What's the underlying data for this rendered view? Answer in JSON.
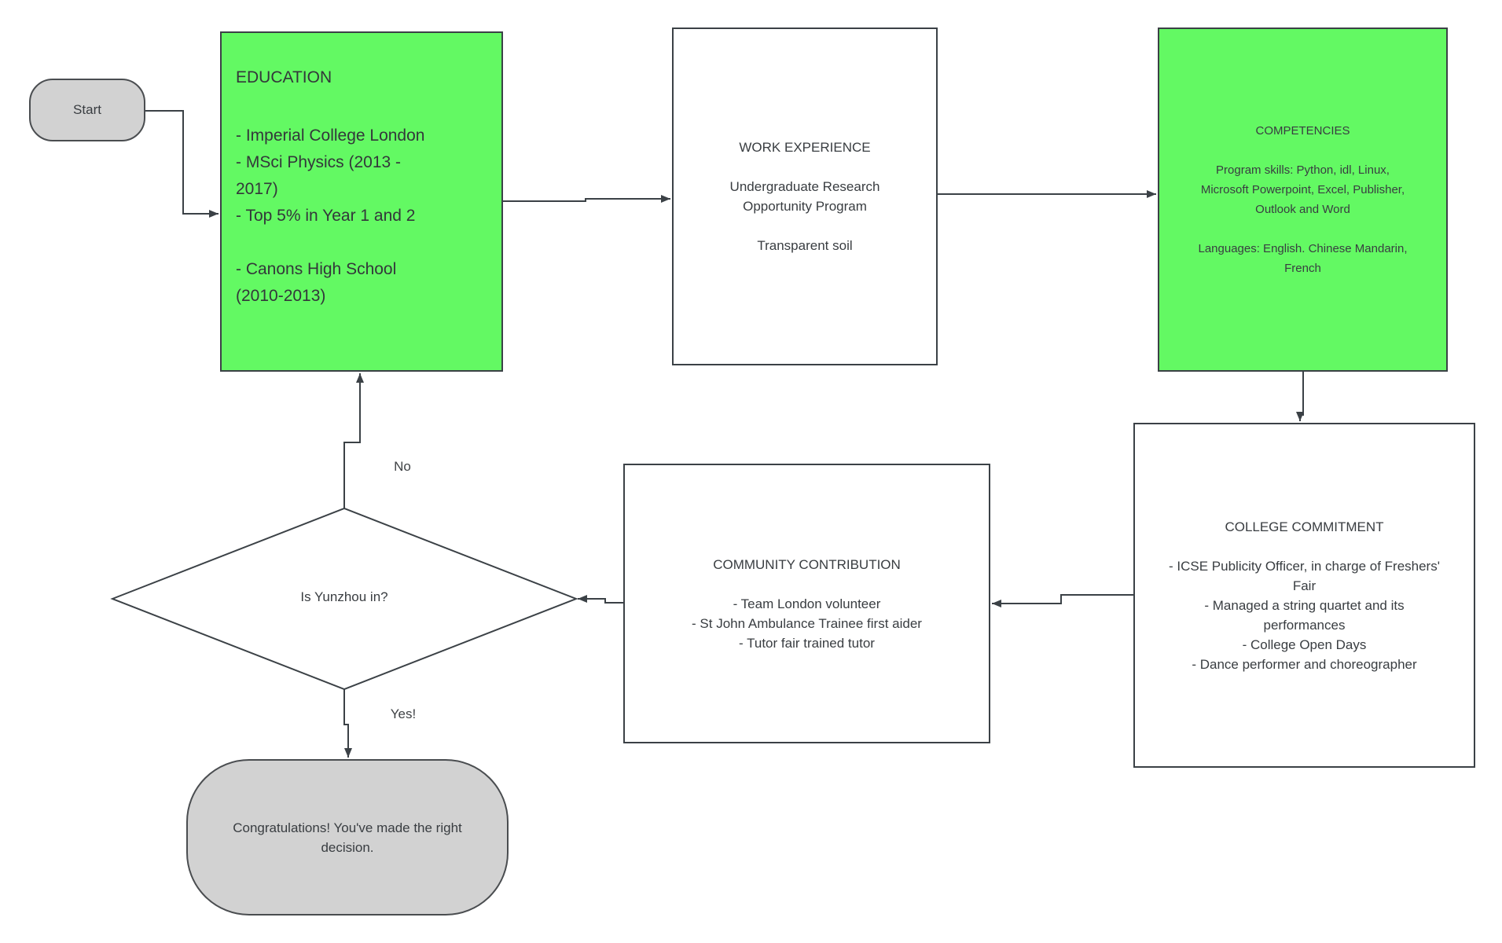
{
  "diagram": {
    "title": "CV flowchart",
    "colors": {
      "node_green": "#63f963",
      "node_gray": "#d2d2d2",
      "stroke": "#3b4146",
      "text": "#393d41",
      "background": "#ffffff"
    },
    "nodes": {
      "start": {
        "label": "Start"
      },
      "education": {
        "title": "EDUCATION",
        "body": "- Imperial College London\n- MSci Physics (2013 -\n2017)\n- Top 5% in Year 1 and 2\n\n- Canons High School\n(2010-2013)"
      },
      "work_experience": {
        "title": "WORK EXPERIENCE",
        "body": "Undergraduate Research\nOpportunity Program\n\nTransparent soil"
      },
      "competencies": {
        "title": "COMPETENCIES",
        "body": "Program skills: Python, idl, Linux,\nMicrosoft Powerpoint, Excel, Publisher,\nOutlook and Word\n\nLanguages: English. Chinese Mandarin,\nFrench"
      },
      "college_commitment": {
        "title": "COLLEGE COMMITMENT",
        "body": "- ICSE Publicity Officer, in charge of Freshers'\nFair\n- Managed a string quartet and its\nperformances\n- College Open Days\n- Dance performer and choreographer"
      },
      "community_contribution": {
        "title": "COMMUNITY CONTRIBUTION",
        "body": "- Team London volunteer\n- St John Ambulance Trainee first aider\n- Tutor fair trained tutor"
      },
      "decision": {
        "label": "Is Yunzhou in?"
      },
      "congratulations": {
        "label": "Congratulations! You've made the right\ndecision."
      }
    },
    "edges": {
      "no_label": "No",
      "yes_label": "Yes!"
    }
  }
}
